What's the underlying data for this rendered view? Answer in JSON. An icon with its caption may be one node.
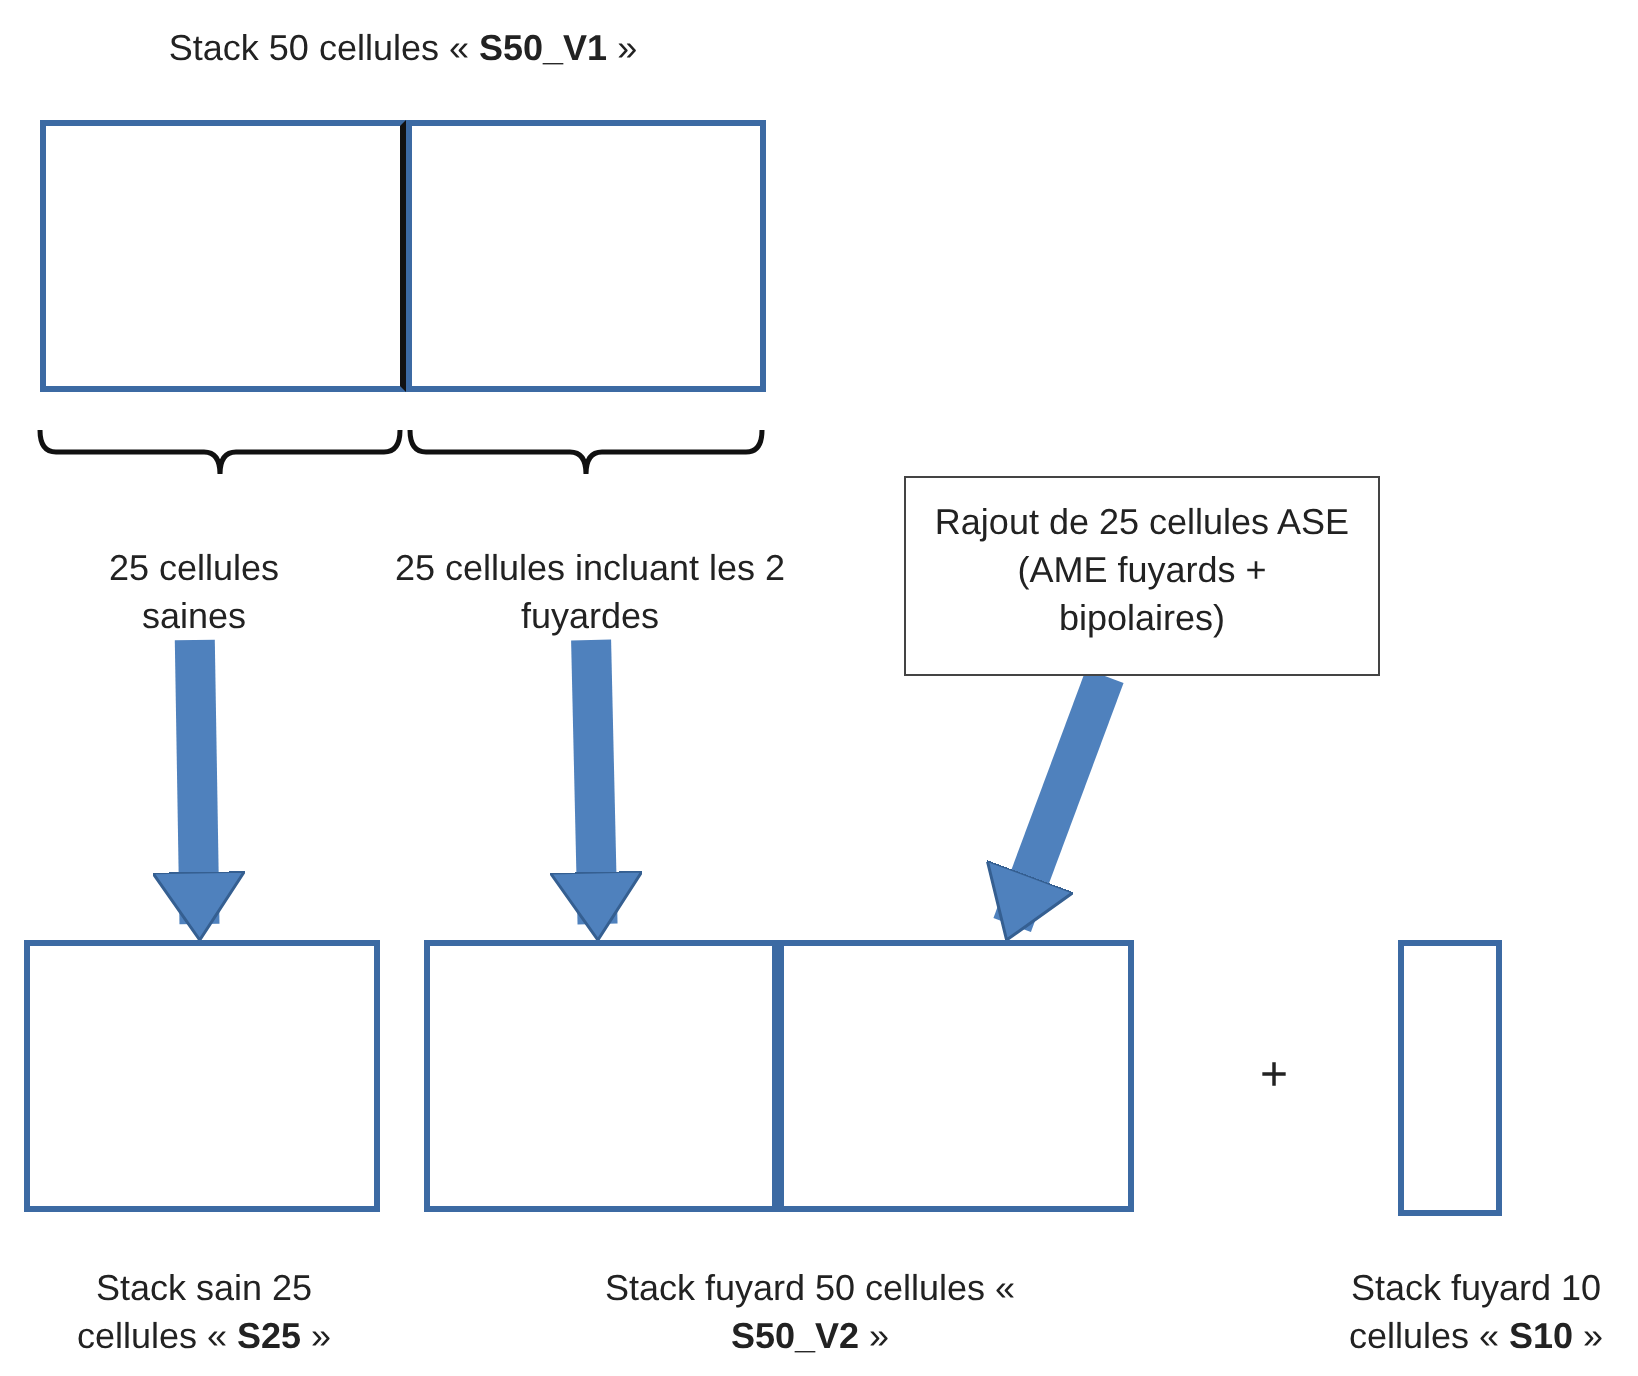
{
  "diagram": {
    "nodes": [
      {
        "text": [
          "Stack 50 cellules « **S50_V1** »"
        ]
      },
      {
        "text": [],
        "shape": "box",
        "in": 0
      },
      {
        "text": [],
        "shape": "box",
        "in": 0
      },
      {
        "text": [
          "25 cellules saines"
        ]
      },
      {
        "text": [
          "25 cellules incluant les 2 fuyardes"
        ]
      },
      {
        "text": [
          "Rajout de 25 cellules ASE (AME fuyards + bipolaires)"
        ]
      },
      {
        "text": [
          "Stack sain 25 cellules « **S25** »"
        ]
      },
      {
        "text": [
          "Stack fuyard 50 cellules « **S50_V2** »"
        ]
      },
      {
        "text": [],
        "shape": "box",
        "in": 7
      },
      {
        "text": [],
        "shape": "box",
        "in": 7
      },
      {
        "text": [
          "Stack fuyard 10 cellules « **S10** »"
        ]
      }
    ],
    "edges": [
      {
        "from": 3,
        "to": 6,
        "arrow": "to"
      },
      {
        "from": 4,
        "to": 8,
        "arrow": "to"
      },
      {
        "from": 5,
        "to": 9,
        "arrow": "to"
      }
    ],
    "labels": [
      "+"
    ]
  }
}
